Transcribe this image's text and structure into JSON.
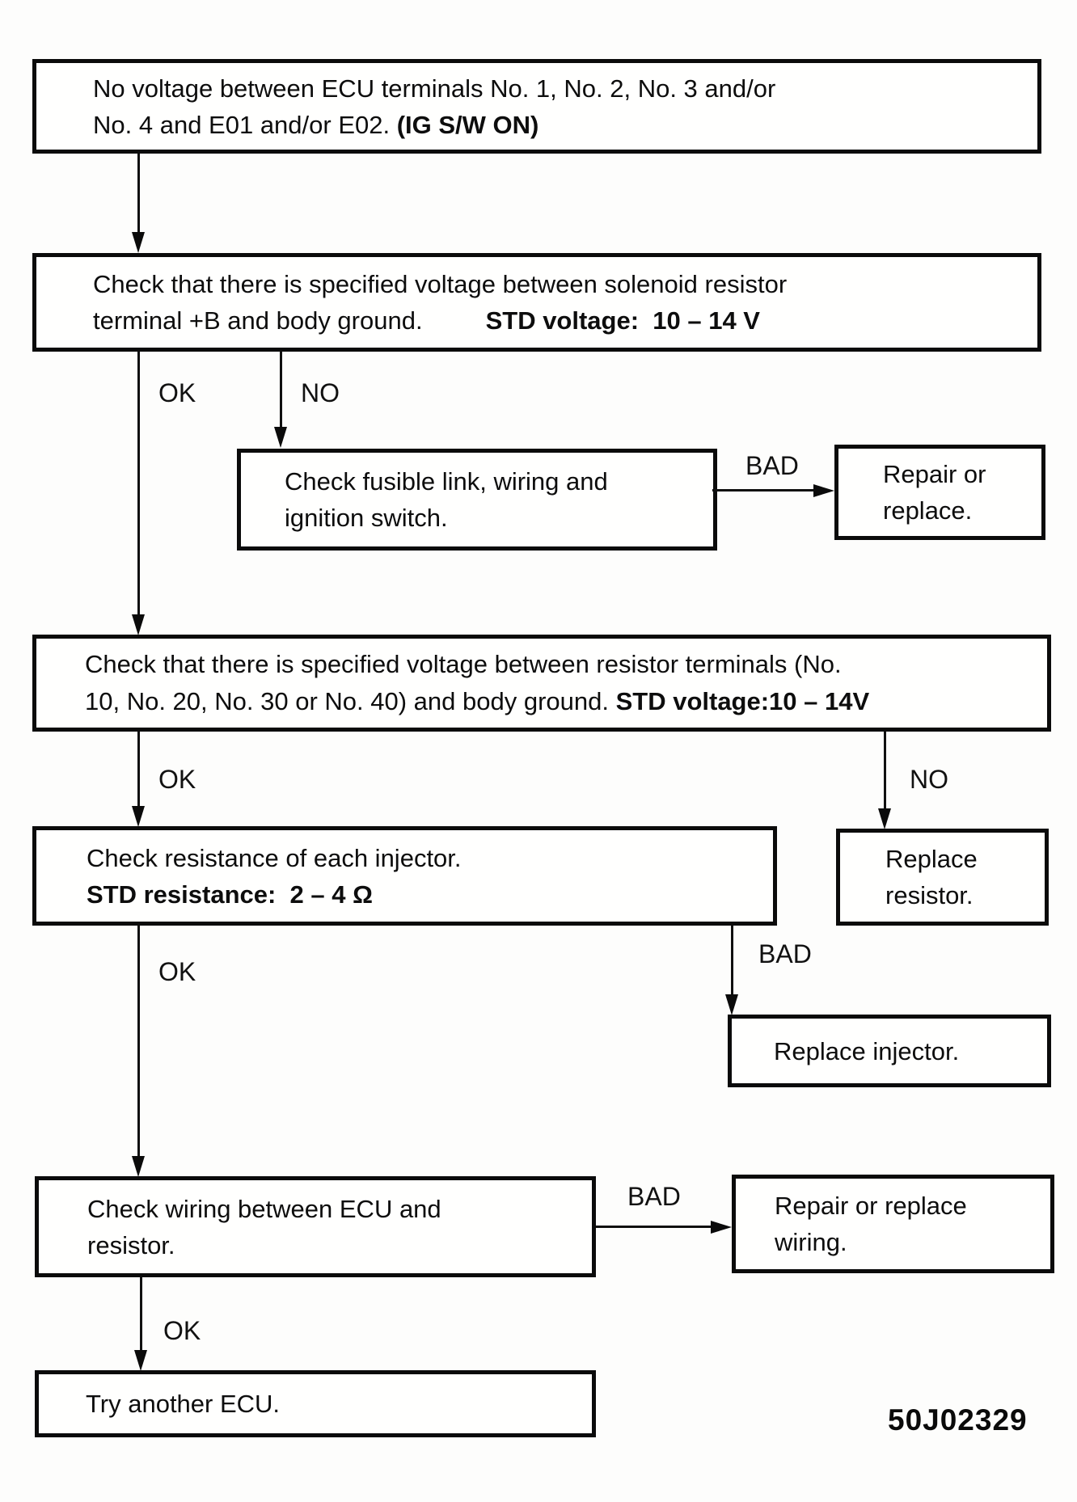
{
  "figure": {
    "code": "50J02329"
  },
  "labels": {
    "ok": "OK",
    "no": "NO",
    "bad": "BAD"
  },
  "nodes": {
    "no_voltage": {
      "line1": "No voltage between ECU terminals No. 1, No. 2, No. 3 and/or",
      "line2": "No. 4 and E01 and/or E02. ",
      "line2_bold": "(IG S/W ON)"
    },
    "solenoid_voltage": {
      "line1": "Check that there is specified voltage between solenoid resistor",
      "line2": "terminal +B and body ground.",
      "std": "STD voltage:  10 – 14 V"
    },
    "fusible": {
      "line1": "Check fusible link, wiring and",
      "line2": "ignition switch."
    },
    "repair_replace": {
      "line1": "Repair or",
      "line2": "replace."
    },
    "resistor_voltage": {
      "line1": "Check that there is specified voltage between resistor terminals (No.",
      "line2": "10, No. 20, No. 30 or No. 40) and body ground. ",
      "std": "STD voltage:10 – 14V"
    },
    "injector_resistance": {
      "line1": "Check resistance of each injector.",
      "std": "STD resistance:  2 – 4 Ω"
    },
    "replace_resistor": {
      "line1": "Replace",
      "line2": "resistor."
    },
    "replace_injector": {
      "text": "Replace injector."
    },
    "check_wiring": {
      "line1": "Check wiring between ECU and",
      "line2": "resistor."
    },
    "repair_wiring": {
      "line1": "Repair or replace",
      "line2": "wiring."
    },
    "try_ecu": {
      "text": "Try another ECU."
    }
  }
}
